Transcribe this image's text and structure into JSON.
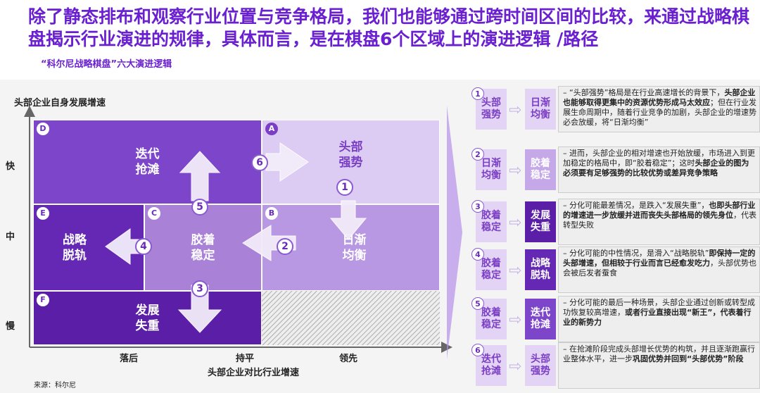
{
  "title": "除了静态排布和观察行业位置与竞争格局，我们也能够通过跨时间区间的比较，来通过战略棋盘揭示行业演进的规律，具体而言，是在棋盘6个区域上的演进逻辑 /路径",
  "subtitle": "“科尔尼战略棋盘”六大演进逻辑",
  "chart": {
    "ylabel": "头部企业自身发展增速",
    "xlabel": "头部企业对比行业增速",
    "y_ticks": [
      "快",
      "中",
      "慢"
    ],
    "x_ticks": [
      "落后",
      "持平",
      "领先"
    ],
    "cells": [
      {
        "id": "D",
        "label1": "迭代",
        "label2": "抢滩",
        "color": "#7d45c9"
      },
      {
        "id": "A",
        "label1": "头部",
        "label2": "强势",
        "color": "#dccbf2"
      },
      {
        "id": "E",
        "label1": "战略",
        "label2": "脱轨",
        "color": "#6528b5"
      },
      {
        "id": "C",
        "label1": "胶着",
        "label2": "稳定",
        "color": "#a982d8"
      },
      {
        "id": "B",
        "label1": "日渐",
        "label2": "均衡",
        "color": "#b898e2"
      },
      {
        "id": "F",
        "label1": "发展",
        "label2": "失重",
        "color": "#5a1fa6"
      }
    ],
    "steps": [
      "1",
      "2",
      "3",
      "4",
      "5",
      "6"
    ]
  },
  "stages": [
    {
      "n": "1",
      "from": [
        "头部",
        "强势"
      ],
      "to": [
        "日渐",
        "均衡"
      ],
      "to_color": "#e3d3f5",
      "to_text": "#7b3fc4",
      "text": "– “头部强势”格局是在行业高速增长的背景下，",
      "bold": "头部企业也能够取得更集中的资源优势形成马太效应",
      "rest": "；但在行业发展生命周期中，随着行业竞争的加剧，头部企业的增速势必会放缓，将“日渐均衡”"
    },
    {
      "n": "2",
      "from": [
        "日渐",
        "均衡"
      ],
      "to": [
        "胶着",
        "稳定"
      ],
      "to_color": "#c4a8e8",
      "to_text": "#fff",
      "text": "– 进而，头部企业的相对增速也开始放缓，市场进入到更加稳定的格局中，即“胶着稳定”；这时",
      "bold": "头部企业的图为必须要有足够强势的比较优势或差异竞争策略",
      "rest": ""
    },
    {
      "n": "3",
      "from": [
        "胶着",
        "稳定"
      ],
      "to": [
        "发展",
        "失重"
      ],
      "to_color": "#5a1fa6",
      "to_text": "#fff",
      "text": "– 分化可能最差情况，是跌入“发展失重”，",
      "bold": "也即头部行业的增速进一步放缓并进而丧失头部格局的领先身位",
      "rest": "，代表转型失败"
    },
    {
      "n": "4",
      "from": [
        "胶着",
        "稳定"
      ],
      "to": [
        "战略",
        "脱轨"
      ],
      "to_color": "#6528b5",
      "to_text": "#fff",
      "text": "– 分化可能的中性情况，是滑入“战略脱轨”",
      "bold": "即保持一定的头部增速，但相较于行业而言已经愈发吃力",
      "rest": "，头部优势也会被后发者蚕食"
    },
    {
      "n": "5",
      "from": [
        "胶着",
        "稳定"
      ],
      "to": [
        "迭代",
        "抢滩"
      ],
      "to_color": "#7d45c9",
      "to_text": "#fff",
      "text": "– 分化可能的最后一种场景，头部企业通过创新或转型成功恢复较高增速，",
      "bold": "或者行业直接出现“新王”，代表着行业的新势力",
      "rest": ""
    },
    {
      "n": "6",
      "from": [
        "迭代",
        "抢滩"
      ],
      "to": [
        "头部",
        "强势"
      ],
      "to_color": "#e3d3f5",
      "to_text": "#7b3fc4",
      "text": "– 在抢滩阶段完成头部增长优势的构筑，并且逐渐跑赢行业整体水平，进一步",
      "bold": "巩固优势并回到“头部优势”阶段",
      "rest": ""
    }
  ],
  "source": "来源：科尔尼"
}
